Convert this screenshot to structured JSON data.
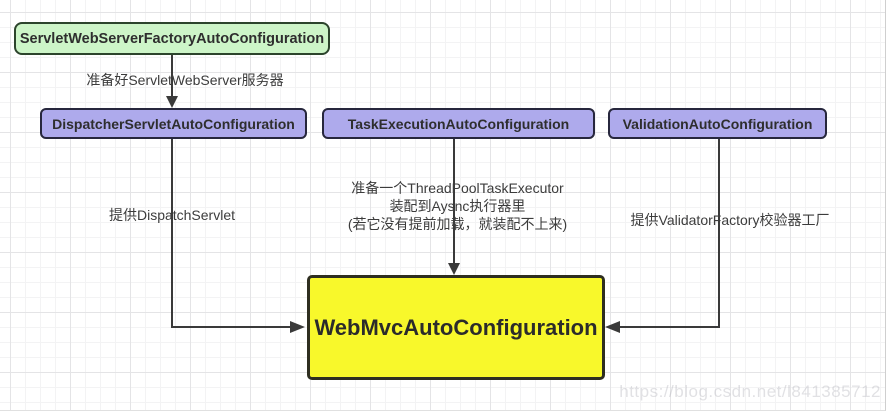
{
  "diagram": {
    "nodes": [
      {
        "id": "servlet-web-server-factory",
        "label": "ServletWebServerFactoryAutoConfiguration",
        "fill": "#cdf5c8",
        "border": "#2c442c"
      },
      {
        "id": "dispatcher-servlet",
        "label": "DispatcherServletAutoConfiguration",
        "fill": "#aeaaec",
        "border": "#27273d"
      },
      {
        "id": "task-execution",
        "label": "TaskExecutionAutoConfiguration",
        "fill": "#aeaaec",
        "border": "#27273d"
      },
      {
        "id": "validation",
        "label": "ValidationAutoConfiguration",
        "fill": "#aeaaec",
        "border": "#27273d"
      },
      {
        "id": "web-mvc",
        "label": "WebMvcAutoConfiguration",
        "fill": "#f8f82b",
        "border": "#2e2e20"
      }
    ],
    "edge_labels": {
      "prepare_server": "准备好ServletWebServer服务器",
      "provide_dispatch_servlet": "提供DispatchServlet",
      "task_line1": "准备一个ThreadPoolTaskExecutor",
      "task_line2": "装配到Aysnc执行器里",
      "task_line3": "(若它没有提前加载，就装配不上来)",
      "provide_validator": "提供ValidatorFactory校验器工厂"
    },
    "arrow_color": "#3a3a3a",
    "watermark": "https://blog.csdn.net/l841385712"
  }
}
